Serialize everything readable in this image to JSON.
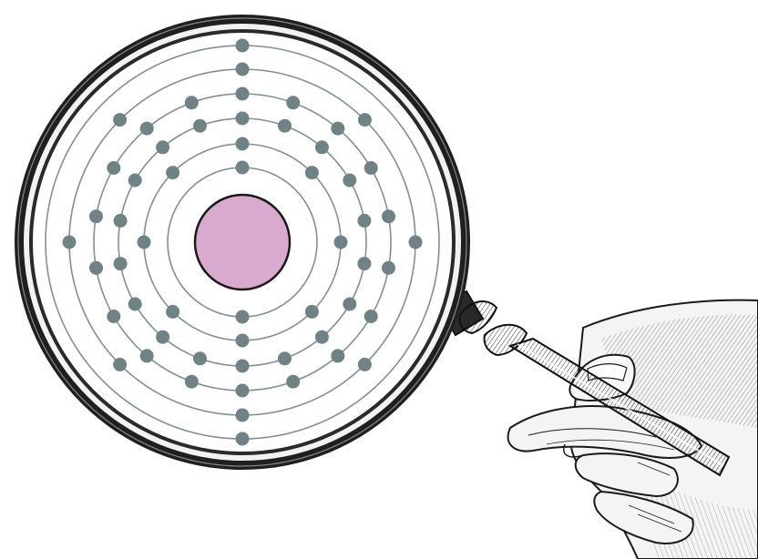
{
  "illustration": {
    "subject": "magnifier-over-atom-shell-diagram",
    "hand_icon": "hand-holding-magnifier-icon",
    "magnifier_icon": "magnifying-glass-icon"
  },
  "atom": {
    "shell_electron_counts": [
      2,
      8,
      18,
      18,
      8,
      2
    ],
    "electron_total": 56,
    "colors": {
      "nucleus": "#d9a9ce",
      "electron": "#6f8285",
      "shell": "#7f9095",
      "outline": "#1a1a1a",
      "lens": "#ffffff"
    }
  }
}
